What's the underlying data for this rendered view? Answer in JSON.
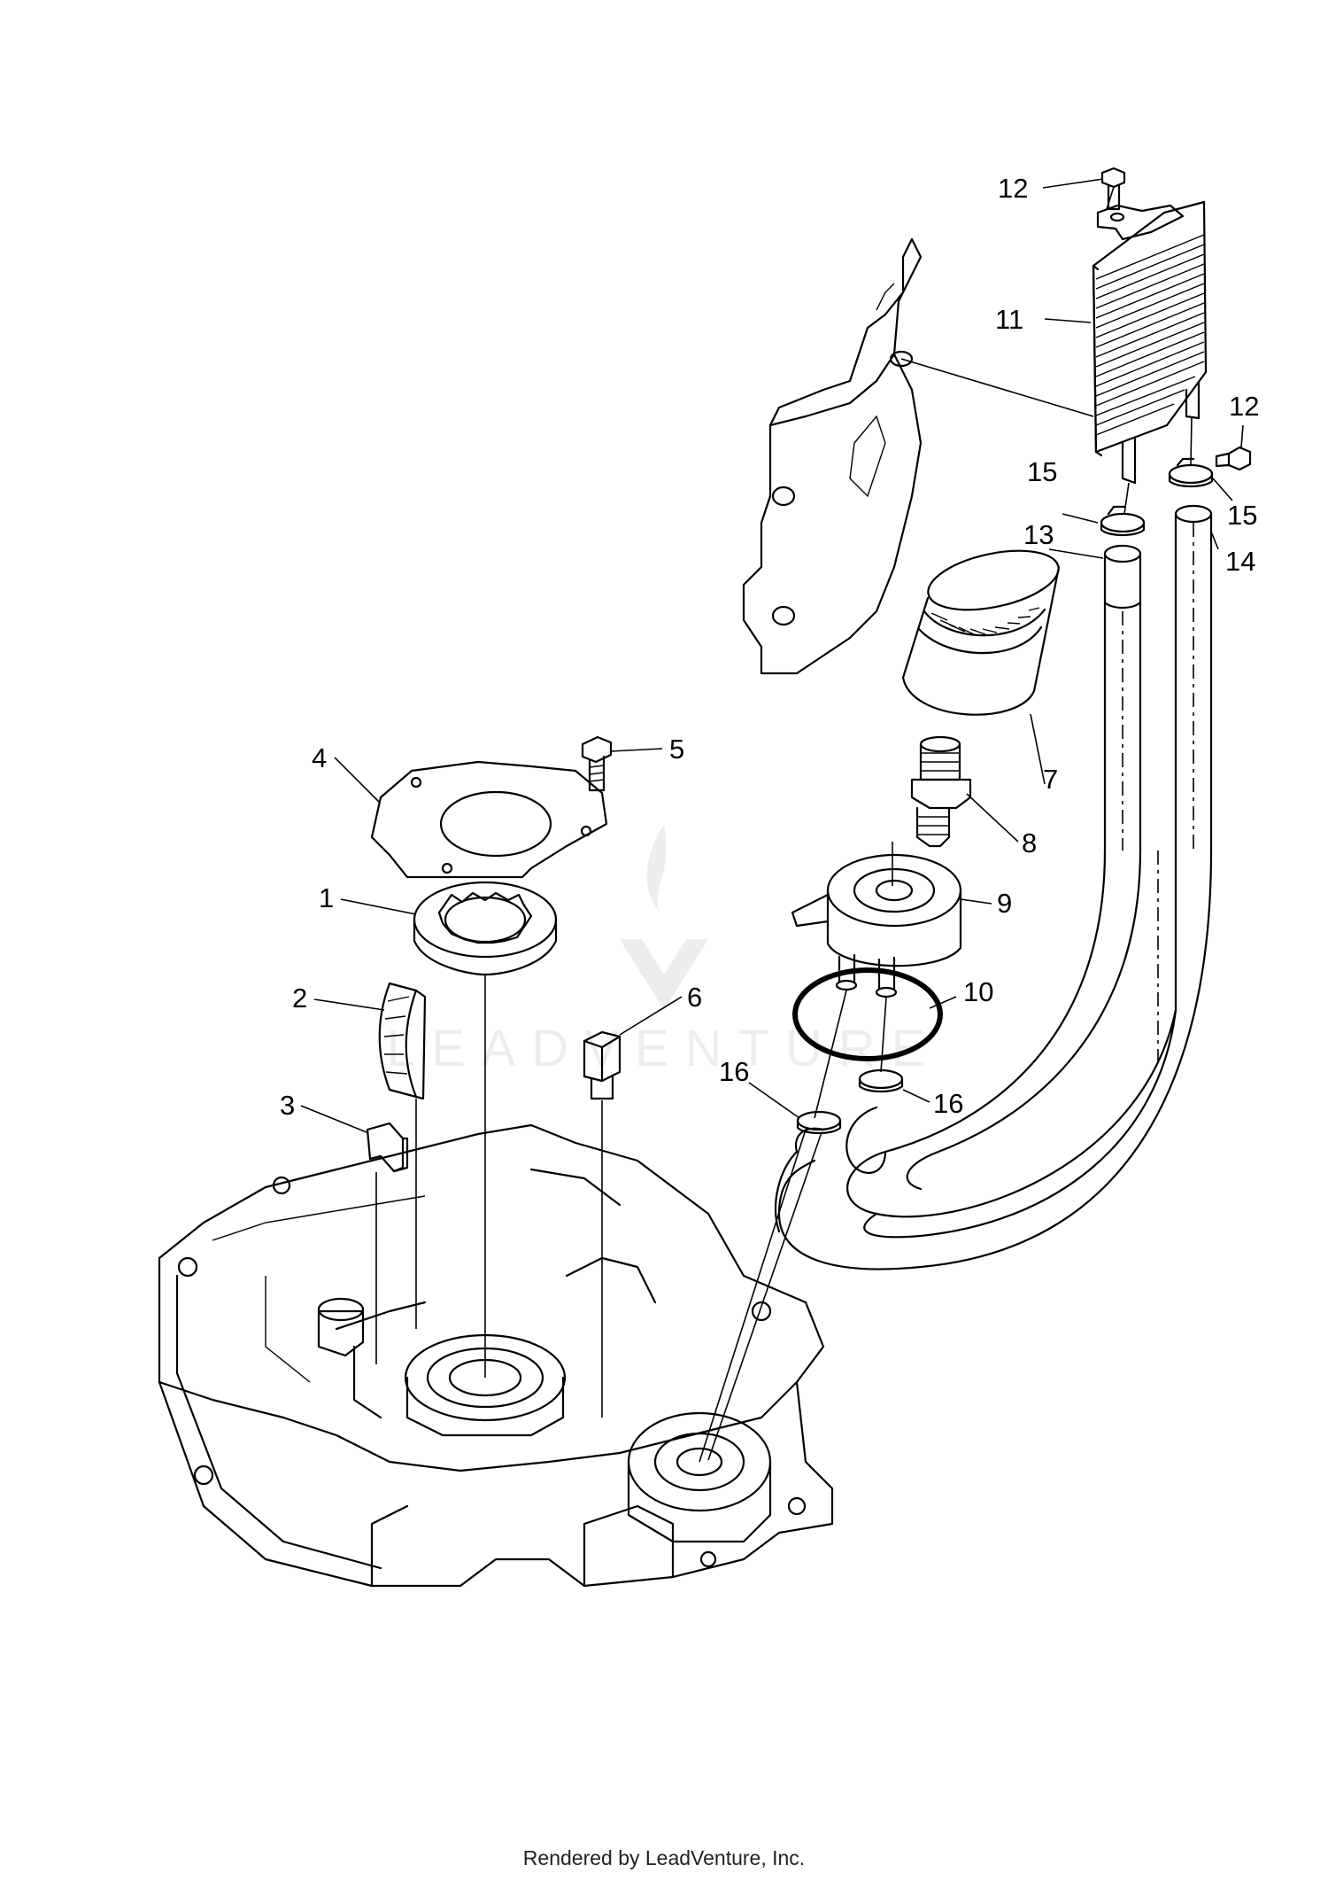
{
  "diagram": {
    "callouts": [
      "1",
      "2",
      "3",
      "4",
      "5",
      "6",
      "7",
      "8",
      "9",
      "10",
      "11",
      "12",
      "12",
      "13",
      "14",
      "15",
      "15",
      "16",
      "16"
    ]
  },
  "watermark": {
    "text": "LEADVENTURE"
  },
  "footer": {
    "text": "Rendered by LeadVenture, Inc."
  },
  "colors": {
    "ink": "#000000",
    "background": "#ffffff"
  }
}
